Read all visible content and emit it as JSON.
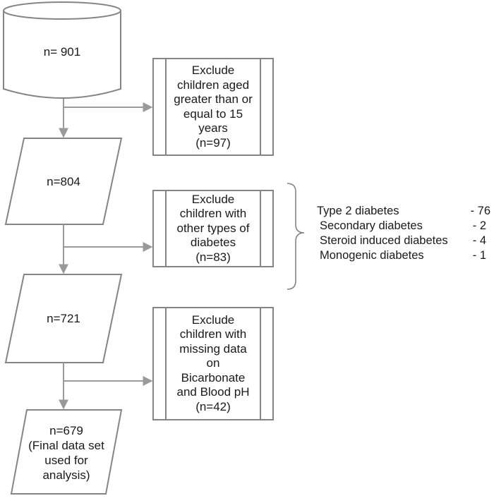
{
  "nodes": {
    "start": {
      "lines": [
        "n= 901"
      ]
    },
    "n804": {
      "lines": [
        "n=804"
      ]
    },
    "n721": {
      "lines": [
        "n=721"
      ]
    },
    "final": {
      "lines": [
        "n=679",
        "(Final data set",
        "used for",
        "analysis)"
      ]
    }
  },
  "exclusions": {
    "age": {
      "lines": [
        "Exclude",
        "children aged",
        "greater than or",
        "equal to 15",
        "years",
        "(n=97)"
      ]
    },
    "types": {
      "lines": [
        "Exclude",
        "children with",
        "other types of",
        "diabetes",
        "(n=83)"
      ]
    },
    "missing": {
      "lines": [
        "Exclude",
        "children with",
        "missing data",
        "on",
        "Bicarbonate",
        "and Blood pH",
        "(n=42)"
      ]
    }
  },
  "breakdown": [
    {
      "label": "Type 2 diabetes",
      "value": "- 76"
    },
    {
      "label": "Secondary diabetes",
      "value": "- 2"
    },
    {
      "label": "Steroid induced diabetes",
      "value": "- 4"
    },
    {
      "label": "Monogenic diabetes",
      "value": "- 1"
    }
  ],
  "colors": {
    "stroke": "#858585",
    "connector": "#9a9a9a",
    "text": "#1a1a1a"
  }
}
